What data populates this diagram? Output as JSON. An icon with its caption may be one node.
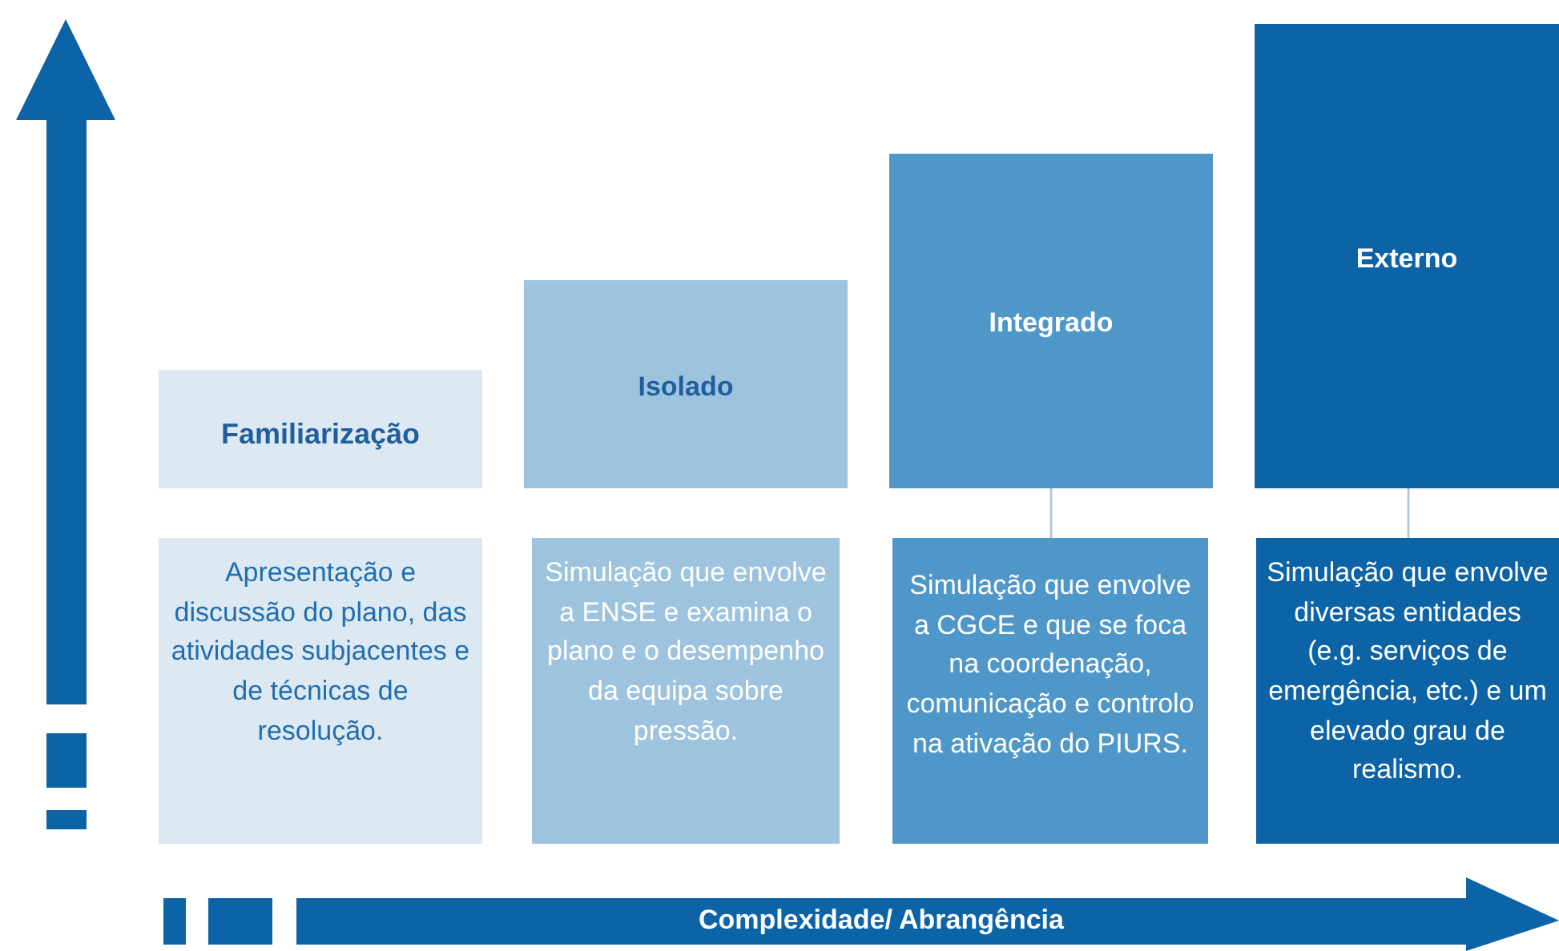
{
  "diagram": {
    "nodes": [
      {
        "text": [
          "Familiarização"
        ]
      },
      {
        "text": [
          "Apresentação e discussão do plano, das atividades subjacentes e de técnicas de resolução."
        ]
      },
      {
        "text": [
          "Isolado"
        ]
      },
      {
        "text": [
          "Simulação que envolve a ENSE e examina o plano e o desempenho da equipa sobre pressão."
        ]
      },
      {
        "text": [
          "Integrado"
        ]
      },
      {
        "text": [
          "Simulação que envolve a CGCE e que se foca na coordenação, comunicação e controlo na ativação do PIURS."
        ]
      },
      {
        "text": [
          "Externo"
        ]
      },
      {
        "text": [
          "Simulação que envolve diversas entidades (e.g. serviços de emergência, etc.) e um elevado grau de realismo."
        ]
      }
    ],
    "edges": [
      {
        "from": 4,
        "to": 5,
        "arrow": "none"
      },
      {
        "from": 6,
        "to": 7,
        "arrow": "none"
      }
    ],
    "labels": [
      "Complexidade/ Abrangência"
    ]
  }
}
